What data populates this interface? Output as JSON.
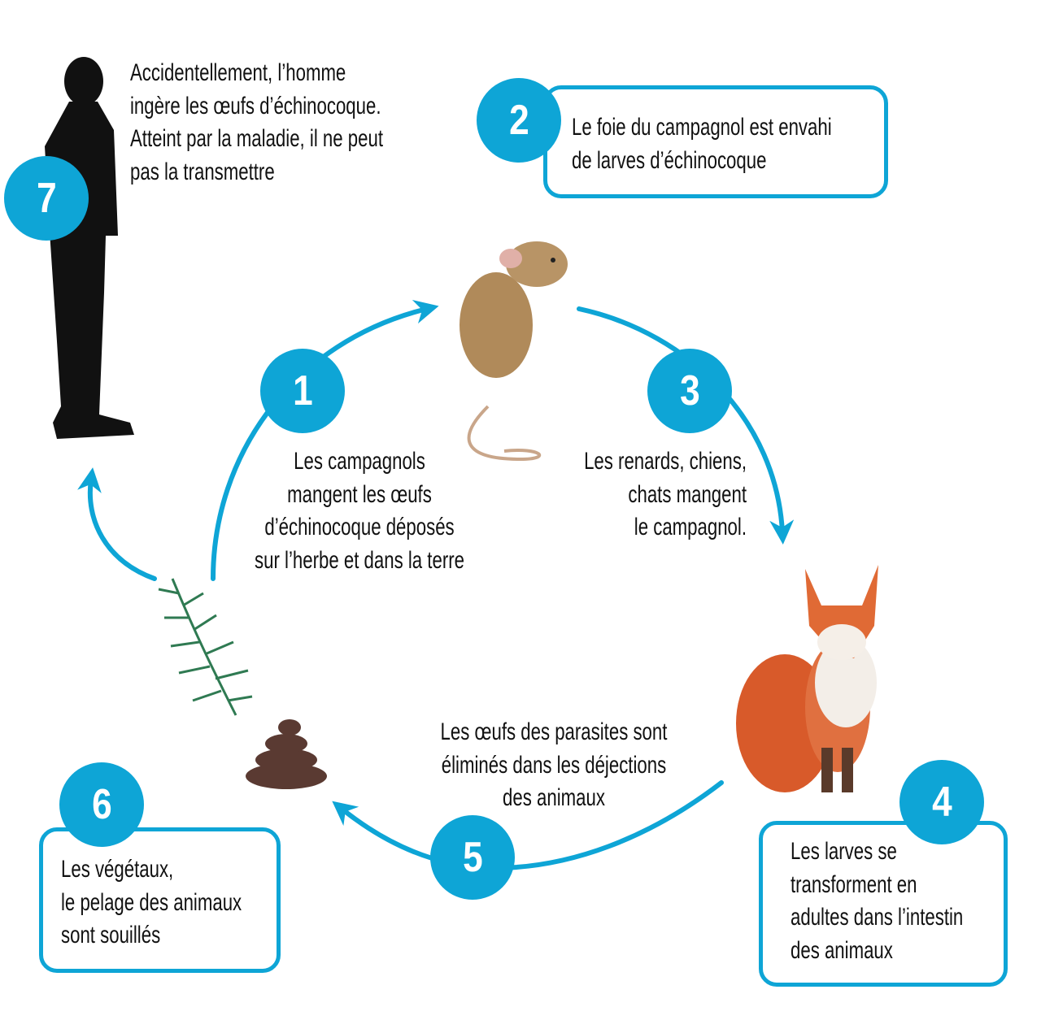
{
  "colors": {
    "accent": "#0ea5d6"
  },
  "steps": [
    {
      "number": "1",
      "lines": [
        "Les campagnols",
        "mangent les œufs",
        "d’échinocoque déposés",
        "sur l’herbe et dans la terre"
      ]
    },
    {
      "number": "2",
      "lines": [
        "Le foie du campagnol est envahi",
        "de larves d’échinocoque"
      ]
    },
    {
      "number": "3",
      "lines": [
        "Les renards, chiens,",
        "chats mangent",
        "le campagnol."
      ]
    },
    {
      "number": "4",
      "lines": [
        "Les larves se",
        "transforment en",
        "adultes dans l’intestin",
        "des animaux"
      ]
    },
    {
      "number": "5",
      "lines": [
        "Les œufs des parasites sont",
        "éliminés dans les déjections",
        "des animaux"
      ]
    },
    {
      "number": "6",
      "lines": [
        "Les végétaux,",
        "le pelage des animaux",
        "sont souillés"
      ]
    },
    {
      "number": "7",
      "lines": [
        "Accidentellement, l’homme",
        "ingère les œufs d’échinocoque.",
        "Atteint par la maladie, il ne peut",
        "pas la transmettre"
      ]
    }
  ]
}
